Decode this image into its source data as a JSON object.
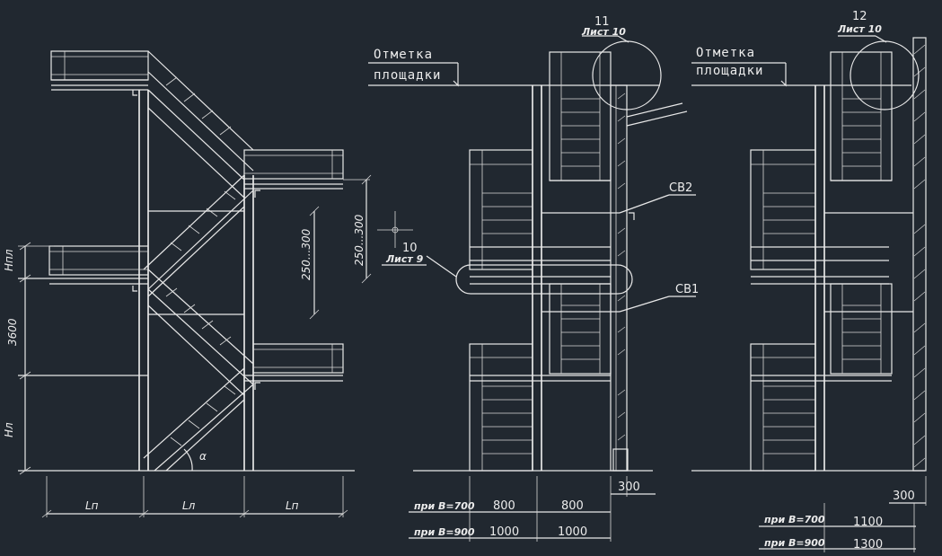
{
  "labels": {
    "level_label_line1_a": "Отметка",
    "level_label_line2_a": "площадки",
    "level_label_line1_b": "Отметка",
    "level_label_line2_b": "площадки",
    "callout_11_num": "11",
    "callout_11_sheet": "Лист 10",
    "callout_12_num": "12",
    "callout_12_sheet": "Лист 10",
    "callout_10_num": "10",
    "callout_10_sheet": "Лист 9",
    "cb2": "СВ2",
    "cb1": "СВ1",
    "angle": "α"
  },
  "dimensions": {
    "h_pl": "Hпл",
    "h_3600": "3600",
    "h_l": "Hл",
    "d_250_300_a": "250...300",
    "d_250_300_b": "250...300",
    "l_p1": "Lп",
    "l_l": "Lл",
    "l_p2": "Lп",
    "d_300_mid": "300",
    "d_300_right": "300",
    "row_b700_a": "при В=700",
    "row_b900_a": "при В=900",
    "v_800_1": "800",
    "v_800_2": "800",
    "v_1000_1": "1000",
    "v_1000_2": "1000",
    "row_b700_b": "при В=700",
    "row_b900_b": "при В=900",
    "v_1100": "1100",
    "v_1300": "1300"
  }
}
